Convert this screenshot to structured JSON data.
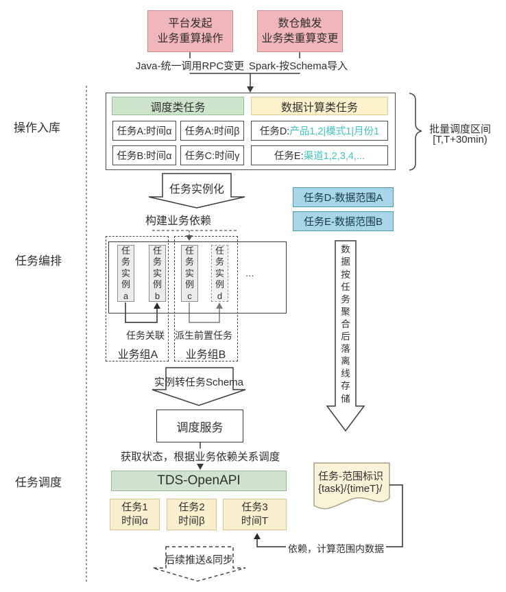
{
  "colors": {
    "pink_fill": "#f1b6ba",
    "pink_border": "#cf8d93",
    "green_fill": "#cde5cb",
    "green_border": "#96bf96",
    "yellow_fill": "#fdf2cc",
    "yellow_border": "#ddca8e",
    "blue_fill": "#a9d6e6",
    "blue_border": "#4a96ad",
    "tds_fill": "#cfe3cf",
    "task_fill": "#faf0cd",
    "doc_fill": "#fbf3d8",
    "teal_text": "#3fc6c4",
    "instance_fill": "#ececec"
  },
  "section_labels": {
    "ingest": "操作入库",
    "orchestrate": "任务编排",
    "schedule": "任务调度"
  },
  "sources": {
    "platform": {
      "line1": "平台发起",
      "line2": "业务重算操作",
      "sub": "Java-统一调用RPC变更"
    },
    "dwh": {
      "line1": "数仓触发",
      "line2": "业务类重算变更",
      "sub": "Spark-按Schema导入"
    }
  },
  "ingest_table": {
    "header_schedule": "调度类任务",
    "header_compute": "数据计算类任务",
    "cells": {
      "a1": "任务A:时间α",
      "a2": "任务A:时间β",
      "b1": "任务B:时间α",
      "c1": "任务C:时间γ",
      "d_prefix": "任务D:",
      "d_value": "产品1,2|模式1|月份1",
      "e_prefix": "任务E:",
      "e_value": "渠道1,2,3,4,..."
    },
    "brace_line1": "批量调度区间",
    "brace_line2": "[T,T+30min)"
  },
  "flow": {
    "instantiate": "任务实例化",
    "build_dep": "构建业务依赖",
    "schema": "实例转任务Schema",
    "service": "调度服务",
    "status": "获取状态，根据业务依赖关系调度",
    "aggregate_vertical": "数据按任务聚合后落离线存储",
    "dep_note": "依赖，计算范围内数据",
    "followup": "后续推送&同步"
  },
  "ranges": {
    "d": "任务D-数据范围A",
    "e": "任务E-数据范围B"
  },
  "orchestration": {
    "instances": [
      {
        "label": "任务实例a"
      },
      {
        "label": "任务实例b"
      },
      {
        "label": "任务实例c"
      },
      {
        "label": "任务实例d"
      }
    ],
    "ellipsis": "...",
    "link_a": "任务关联",
    "link_b": "派生前置任务",
    "group_a": "业务组A",
    "group_b": "业务组B"
  },
  "scheduling": {
    "api": "TDS-OpenAPI",
    "tasks": [
      {
        "line1": "任务1",
        "line2": "时间α"
      },
      {
        "line1": "任务2",
        "line2": "时间β"
      },
      {
        "line1": "任务3",
        "line2": "时间T"
      }
    ],
    "doc_line1": "任务-范围标识",
    "doc_line2": "{task}/{timeT}/"
  }
}
